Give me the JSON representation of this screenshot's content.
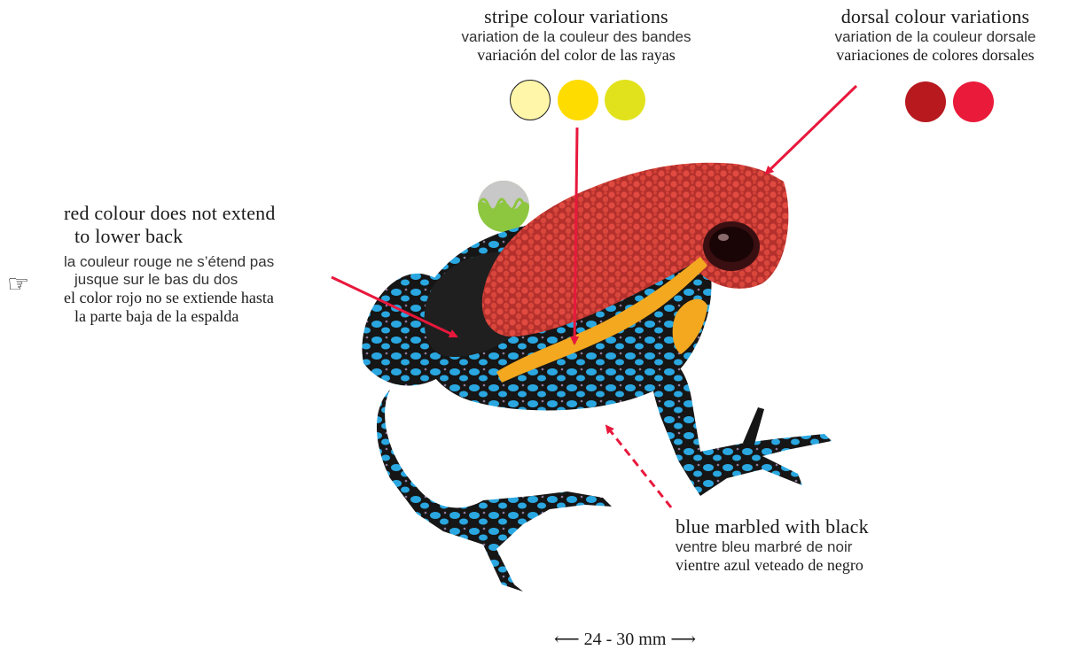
{
  "stripe": {
    "title": "stripe colour variations",
    "fr": "variation de la couleur des bandes",
    "es": "variación del color de las rayas",
    "colors": [
      "#fff6aa",
      "#ffdc00",
      "#e2e21c"
    ]
  },
  "dorsal": {
    "title": "dorsal colour variations",
    "fr": "variation de la couleur dorsale",
    "es": "variaciones de colores dorsales",
    "colors": [
      "#b7191f",
      "#ea1a3a"
    ]
  },
  "red_back": {
    "title_line1": "red colour does not extend",
    "title_line2": "to lower back",
    "fr_line1": "la couleur rouge ne s’étend pas",
    "fr_line2": "jusque sur le bas du dos",
    "es_line1": "el color rojo no se extiende hasta",
    "es_line2": "la parte baja de la espalda"
  },
  "belly": {
    "title": "blue marbled with black",
    "fr": "ventre bleu marbré de noir",
    "es": "vientre azul veteado de negro"
  },
  "size": {
    "label": "24 - 30 mm"
  },
  "colors": {
    "arrow": "#e8183c",
    "frog_red": "#c93a34",
    "frog_blue": "#2aa7e0",
    "frog_black": "#161616",
    "frog_stripe": "#f3a81f",
    "habitat_green": "#8dc63f",
    "habitat_grey": "#c8c8c8"
  },
  "icons": {
    "pointer": "pointing-hand-icon",
    "habitat": "canopy-habitat-icon"
  }
}
